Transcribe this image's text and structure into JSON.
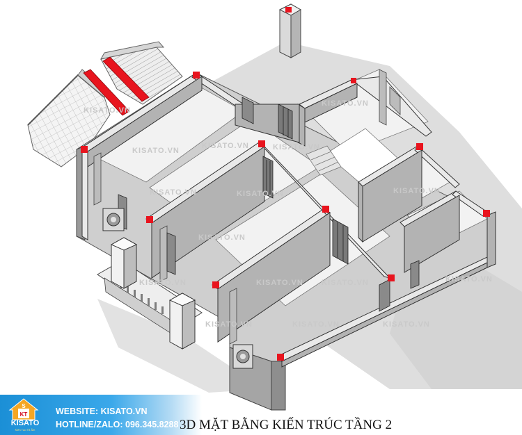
{
  "drawing": {
    "title": "3D MẶT BẰNG KIẾN TRÚC TẦNG 2",
    "watermark": "KISATO.VN"
  },
  "brand": {
    "logo_text": "KISATO",
    "logo_letters": "S KT",
    "logo_tagline": "Kiến Tạo Tổ Ấm",
    "website_label": "WEBSITE:",
    "website": "KISATO.VN",
    "hotline_label": "HOTLINE/ZALO:",
    "hotline": "096.345.8288"
  },
  "colors": {
    "banner_blue": "#1b8fd6",
    "column_marker": "#e8141e",
    "wall_top": "#e6e6e6",
    "wall_side": "#a9a9a9",
    "shadow": "#dcdcdc"
  },
  "icons": [
    "house-logo-icon"
  ]
}
